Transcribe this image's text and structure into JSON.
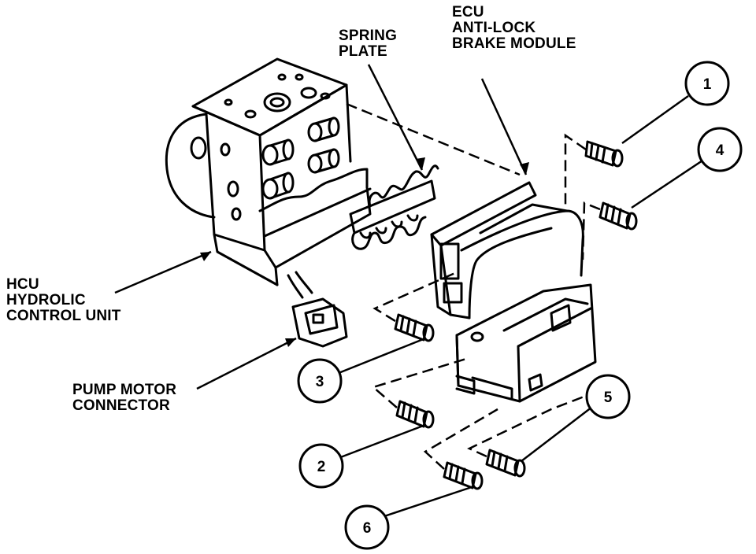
{
  "labels": {
    "spring_plate": [
      "SPRING",
      "PLATE"
    ],
    "ecu": [
      "ECU",
      "ANTI-LOCK",
      "BRAKE MODULE"
    ],
    "hcu": [
      "HCU",
      "HYDROLIC",
      "CONTROL UNIT"
    ],
    "pump_motor": [
      "PUMP MOTOR",
      "CONNECTOR"
    ]
  },
  "callouts": [
    "1",
    "4",
    "3",
    "2",
    "5",
    "6"
  ]
}
